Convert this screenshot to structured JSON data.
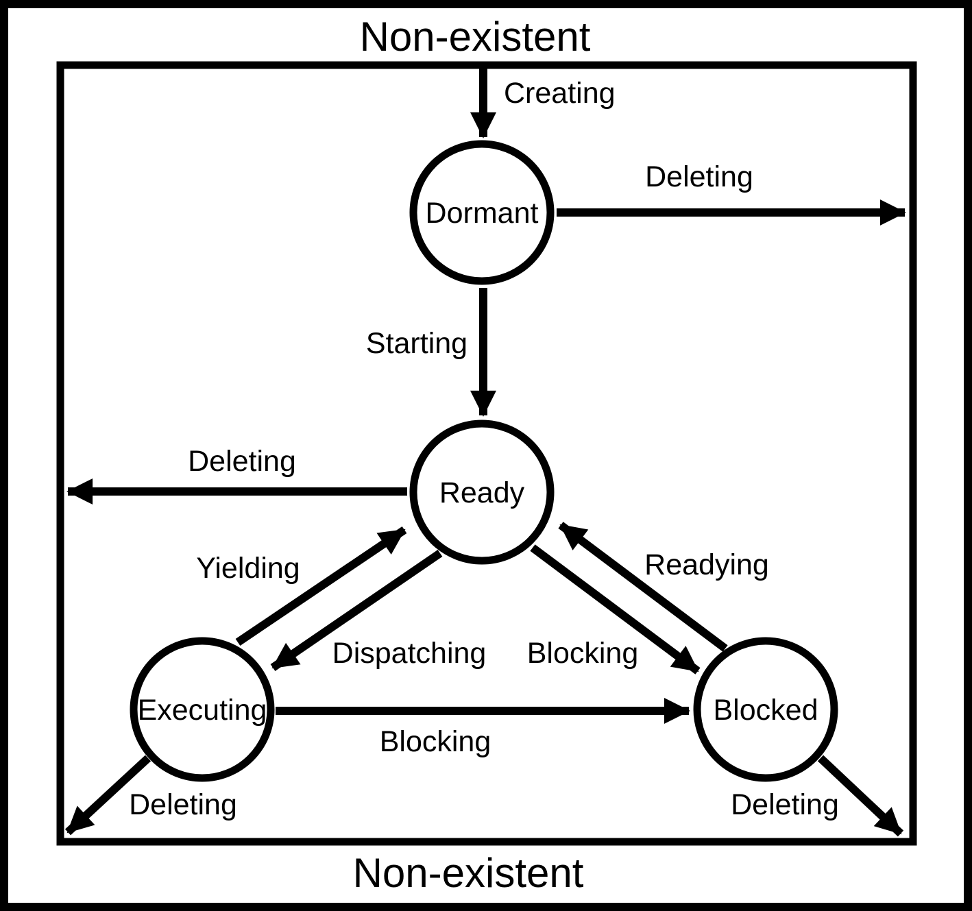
{
  "diagram": {
    "title_top": "Non-existent",
    "title_bottom": "Non-existent",
    "colors": {
      "foreground": "#000000",
      "background": "#ffffff"
    },
    "states": [
      {
        "id": "dormant",
        "label": "Dormant"
      },
      {
        "id": "ready",
        "label": "Ready"
      },
      {
        "id": "executing",
        "label": "Executing"
      },
      {
        "id": "blocked",
        "label": "Blocked"
      }
    ],
    "transitions": [
      {
        "id": "creating",
        "label": "Creating",
        "from": "non-existent",
        "to": "dormant"
      },
      {
        "id": "deleting-dormant",
        "label": "Deleting",
        "from": "dormant",
        "to": "non-existent"
      },
      {
        "id": "starting",
        "label": "Starting",
        "from": "dormant",
        "to": "ready"
      },
      {
        "id": "deleting-ready",
        "label": "Deleting",
        "from": "ready",
        "to": "non-existent"
      },
      {
        "id": "yielding",
        "label": "Yielding",
        "from": "executing",
        "to": "ready"
      },
      {
        "id": "dispatching",
        "label": "Dispatching",
        "from": "ready",
        "to": "executing"
      },
      {
        "id": "blocking-ready",
        "label": "Blocking",
        "from": "ready",
        "to": "blocked"
      },
      {
        "id": "readying",
        "label": "Readying",
        "from": "blocked",
        "to": "ready"
      },
      {
        "id": "blocking-executing",
        "label": "Blocking",
        "from": "executing",
        "to": "blocked"
      },
      {
        "id": "deleting-executing",
        "label": "Deleting",
        "from": "executing",
        "to": "non-existent"
      },
      {
        "id": "deleting-blocked",
        "label": "Deleting",
        "from": "blocked",
        "to": "non-existent"
      }
    ]
  }
}
